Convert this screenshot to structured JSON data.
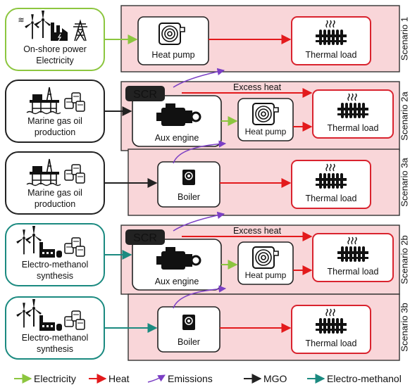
{
  "sources": {
    "onshore": [
      "On-shore power",
      "Electricity"
    ],
    "mgo": [
      "Marine gas oil",
      "production"
    ],
    "em": [
      "Electro-methanol",
      "synthesis"
    ]
  },
  "components": {
    "heat_pump": "Heat pump",
    "thermal_load": "Thermal load",
    "aux_engine": "Aux engine",
    "boiler": "Boiler",
    "scr": "SCR",
    "excess_heat": "Excess heat"
  },
  "scenarios": [
    {
      "label": "Scenario 1",
      "source": "onshore",
      "layout": "hp"
    },
    {
      "label": "Scenario 2a",
      "source": "mgo",
      "layout": "engine"
    },
    {
      "label": "Scenario 3a",
      "source": "mgo",
      "layout": "boiler"
    },
    {
      "label": "Scenario 2b",
      "source": "em",
      "layout": "engine"
    },
    {
      "label": "Scenario 3b",
      "source": "em",
      "layout": "boiler"
    }
  ],
  "legend": [
    {
      "label": "Electricity",
      "key": "elec"
    },
    {
      "label": "Heat",
      "key": "heat"
    },
    {
      "label": "Emissions",
      "key": "emis"
    },
    {
      "label": "MGO",
      "key": "mgo"
    },
    {
      "label": "Electro-methanol",
      "key": "em"
    }
  ],
  "colors": {
    "electricity": "#8cc63f",
    "heat": "#e31a1c",
    "emissions": "#7b3fc4",
    "mgo": "#222222",
    "electro_methanol": "#1b8a80",
    "panel_fill": "#f9d6d9",
    "thermal_border": "#d9232e",
    "onshore_border": "#8cc63f",
    "mgo_border": "#222222",
    "em_border": "#1b8a80"
  },
  "icons": {
    "onshore": [
      "wind-turbine-icon",
      "factory-icon",
      "power-pylon-icon"
    ],
    "mgo": [
      "oil-platform-icon",
      "storage-tanks-icon"
    ],
    "em": [
      "wind-turbine-icon",
      "chemical-plant-icon",
      "storage-tanks-icon"
    ],
    "heat_pump": "heat-pump-icon",
    "thermal_load": "radiator-icon",
    "aux_engine": "engine-icon",
    "boiler": "boiler-icon"
  }
}
